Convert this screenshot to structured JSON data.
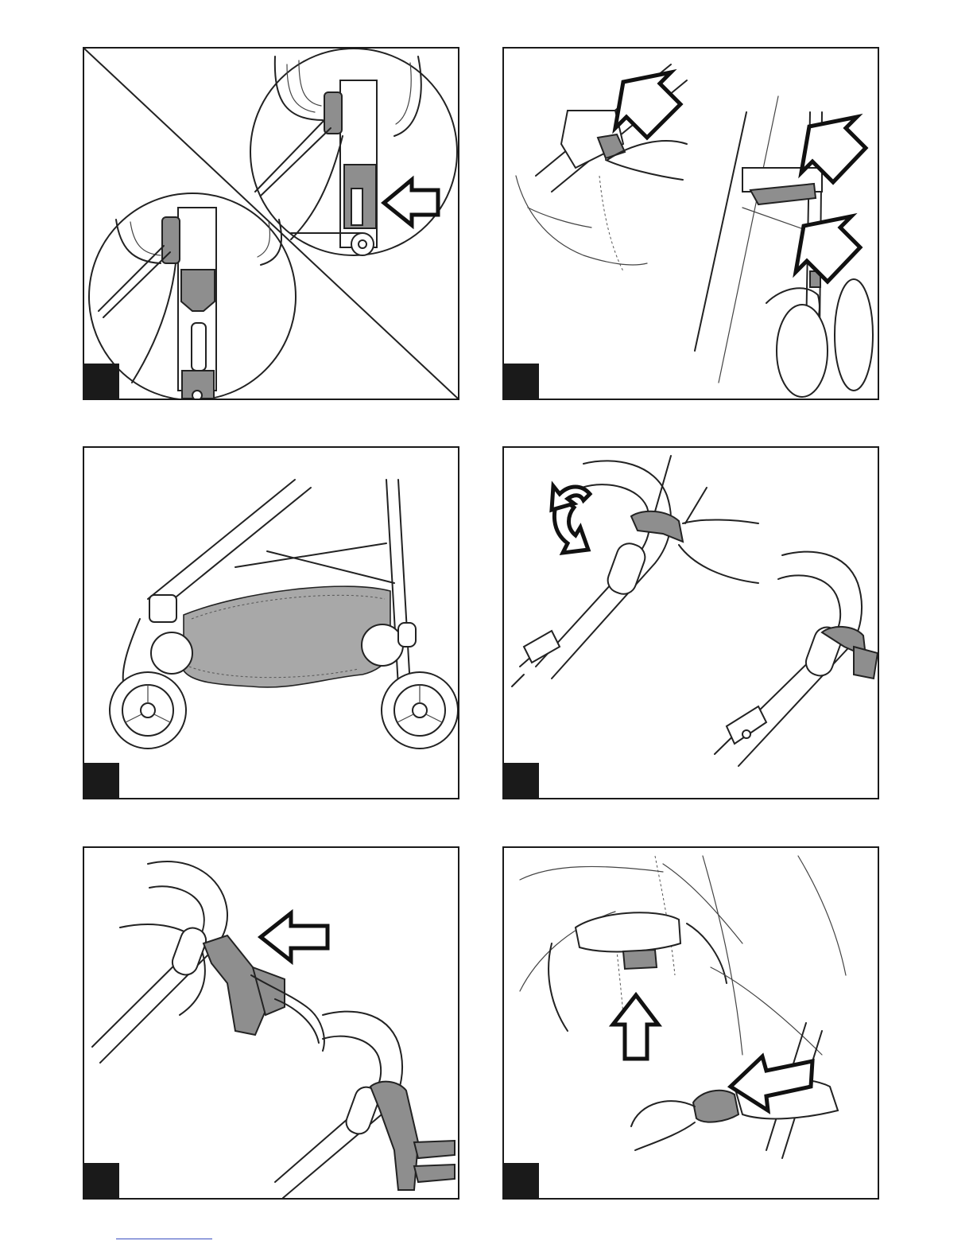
{
  "colors": {
    "frame": "#1a1a1a",
    "part_gray": "#8e8e8e",
    "basket_gray": "#a8a8a8",
    "footer_link_line": "#3a4ec0"
  },
  "panels": [
    {
      "id": "p1",
      "step_label": "",
      "icons": [
        "wheel-lock-closeup-icon",
        "push-arrow-icon"
      ]
    },
    {
      "id": "p2",
      "step_label": "",
      "icons": [
        "press-button-arrow-icon"
      ]
    },
    {
      "id": "p3",
      "step_label": "",
      "icons": [
        "stroller-basket-icon"
      ]
    },
    {
      "id": "p4",
      "step_label": "",
      "icons": [
        "rotate-arrow-icon"
      ]
    },
    {
      "id": "p5",
      "step_label": "",
      "icons": [
        "slide-arrow-icon"
      ]
    },
    {
      "id": "p6",
      "step_label": "",
      "icons": [
        "up-arrow-icon",
        "left-arrow-icon"
      ]
    }
  ]
}
